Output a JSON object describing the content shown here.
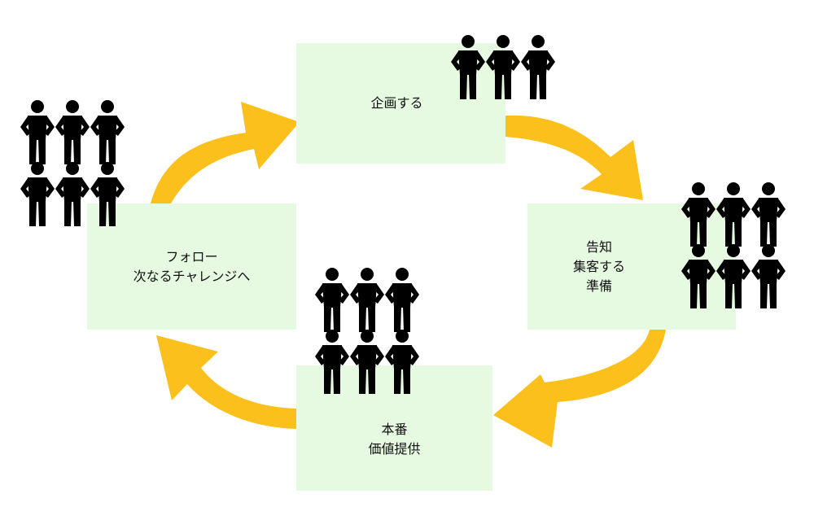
{
  "steps": {
    "plan": {
      "lines": [
        "企画する"
      ]
    },
    "announce": {
      "lines": [
        "告知",
        "集客する",
        "準備"
      ]
    },
    "show": {
      "lines": [
        "本番",
        "価値提供"
      ]
    },
    "follow": {
      "lines": [
        "フォロー",
        "次なるチャレンジへ"
      ]
    }
  },
  "crowds": {
    "plan": {
      "rows": 1,
      "per_row": 3
    },
    "announce": {
      "rows": 2,
      "per_row": 3
    },
    "show": {
      "rows": 2,
      "per_row": 3
    },
    "follow": {
      "rows": 2,
      "per_row": 3
    }
  },
  "colors": {
    "box_fill": "#e6fae2",
    "arrow": "#fbc01b",
    "figure": "#000000"
  },
  "icons": {
    "figure": "person-hands-on-hips-icon",
    "arrow": "curved-arrow-icon"
  }
}
